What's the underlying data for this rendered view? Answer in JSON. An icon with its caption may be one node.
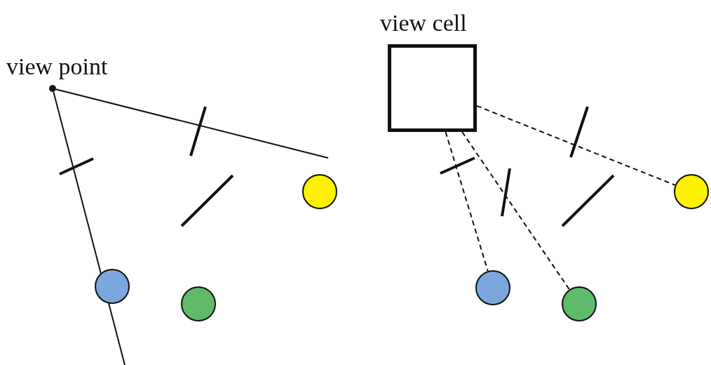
{
  "diagram": {
    "nodes": [
      {
        "text": [],
        "shape": "circle",
        "beside": [
          "view point"
        ]
      },
      {
        "text": [],
        "shape": "circle"
      },
      {
        "text": [],
        "shape": "circle"
      },
      {
        "text": [],
        "shape": "circle"
      },
      {
        "text": [
          "view cell"
        ]
      },
      {
        "text": [],
        "shape": "circle"
      },
      {
        "text": [],
        "shape": "circle"
      },
      {
        "text": [],
        "shape": "circle"
      }
    ],
    "edges": [
      {
        "from": 0,
        "to": null,
        "arrow": "none"
      },
      {
        "from": 0,
        "to": null,
        "arrow": "none"
      },
      {
        "from": 4,
        "to": 5,
        "arrow": "none",
        "style": "dashed"
      },
      {
        "from": 4,
        "to": 6,
        "arrow": "none",
        "style": "dashed"
      },
      {
        "from": 4,
        "to": 7,
        "arrow": "none",
        "style": "dashed"
      }
    ]
  }
}
